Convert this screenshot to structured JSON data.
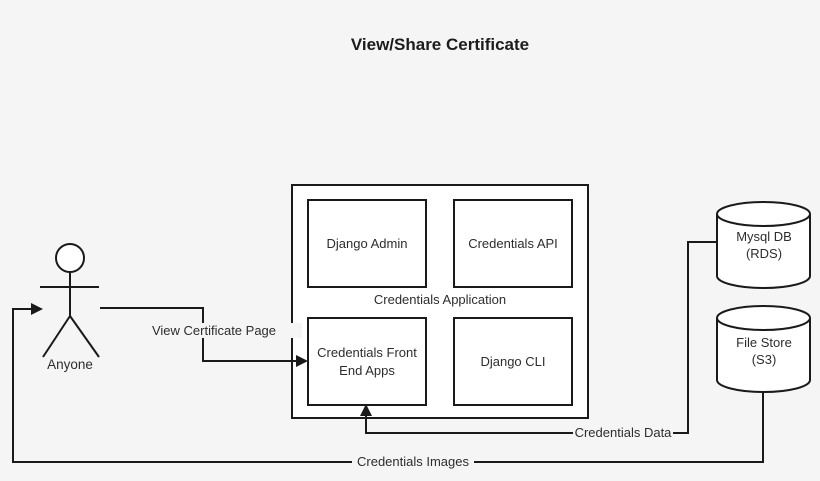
{
  "title": "View/Share Certificate",
  "actor": {
    "label": "Anyone"
  },
  "application": {
    "label": "Credentials Application",
    "components": [
      {
        "label": "Django Admin"
      },
      {
        "label": "Credentials API"
      },
      {
        "label": "Credentials Front End Apps"
      },
      {
        "label": "Django CLI"
      }
    ]
  },
  "datastores": [
    {
      "label": "Mysql DB\n(RDS)"
    },
    {
      "label": "File Store\n(S3)"
    }
  ],
  "connections": [
    {
      "label": "View Certificate Page",
      "from": "Anyone",
      "to": "Credentials Front End Apps"
    },
    {
      "label": "Credentials Data",
      "from": "Mysql DB (RDS)",
      "to": "Credentials Front End Apps"
    },
    {
      "label": "Credentials Images",
      "from": "File Store (S3)",
      "to": "Anyone"
    }
  ],
  "colors": {
    "background": "#f5f5f5",
    "line": "#1a1a1a",
    "box_fill": "#ffffff",
    "text": "#2d2d2d"
  }
}
